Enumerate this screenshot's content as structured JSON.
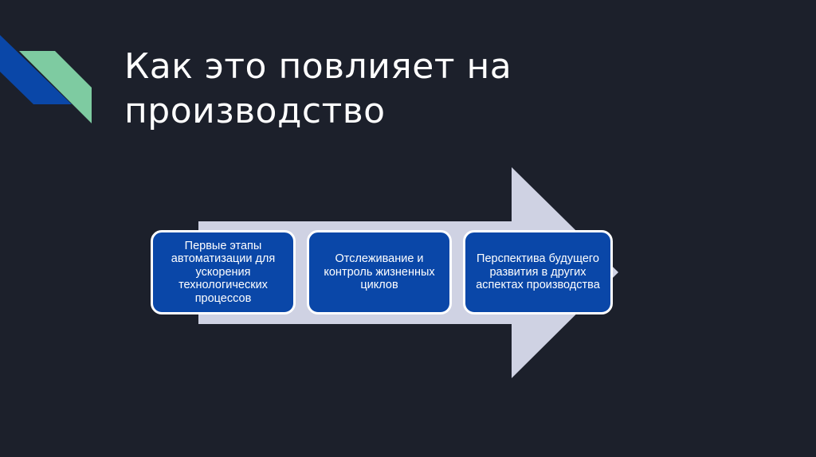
{
  "slide": {
    "title_line1": "Как это повлияет на",
    "title_line2": "производство",
    "colors": {
      "background": "#1c202b",
      "accent_blue": "#0a47a8",
      "accent_green": "#7ecba1",
      "arrow": "#cfd2e3"
    }
  },
  "process": {
    "steps": [
      {
        "label": "Первые этапы автоматизации для ускорения технологических процессов"
      },
      {
        "label": "Отслеживание и контроль жизненных циклов"
      },
      {
        "label": "Перспектива будущего развития в других аспектах производства"
      }
    ]
  }
}
